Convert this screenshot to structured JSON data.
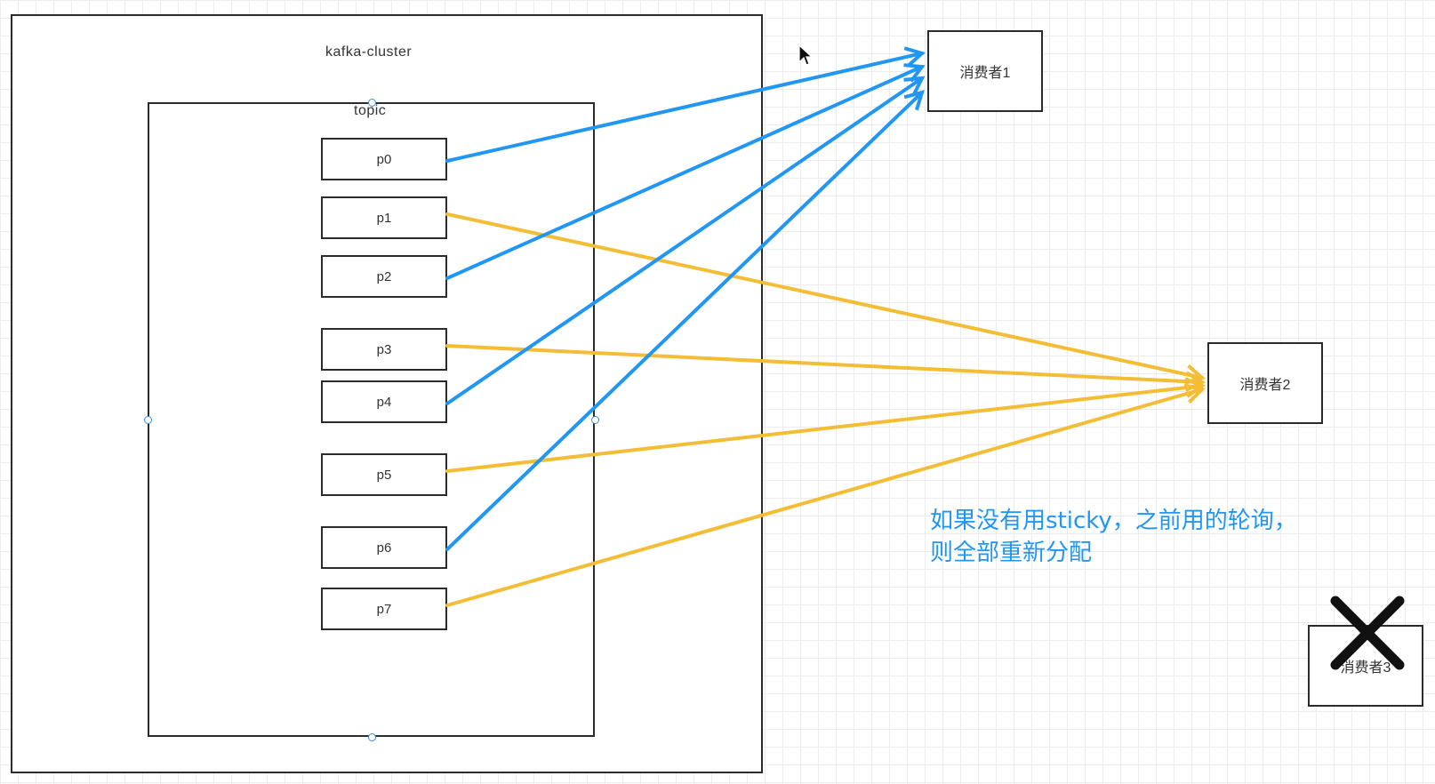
{
  "cluster": {
    "label": "kafka-cluster"
  },
  "topic": {
    "label": "topic"
  },
  "partitions": [
    {
      "id": "p0",
      "label": "p0",
      "consumer": "c1"
    },
    {
      "id": "p1",
      "label": "p1",
      "consumer": "c2"
    },
    {
      "id": "p2",
      "label": "p2",
      "consumer": "c1"
    },
    {
      "id": "p3",
      "label": "p3",
      "consumer": "c2"
    },
    {
      "id": "p4",
      "label": "p4",
      "consumer": "c1"
    },
    {
      "id": "p5",
      "label": "p5",
      "consumer": "c2"
    },
    {
      "id": "p6",
      "label": "p6",
      "consumer": "c1"
    },
    {
      "id": "p7",
      "label": "p7",
      "consumer": "c2"
    }
  ],
  "consumers": [
    {
      "id": "c1",
      "label": "消费者1"
    },
    {
      "id": "c2",
      "label": "消费者2"
    },
    {
      "id": "c3",
      "label": "消费者3",
      "removed": true
    }
  ],
  "note": {
    "line1": "如果没有用sticky，之前用的轮询，",
    "line2": "则全部重新分配"
  },
  "colors": {
    "consumer1_link": "#2196f3",
    "consumer2_link": "#f3bd35",
    "note_text": "#2196f3",
    "removed_mark": "#111111",
    "box_border": "#2b2b2b",
    "grid": "#ececec"
  }
}
